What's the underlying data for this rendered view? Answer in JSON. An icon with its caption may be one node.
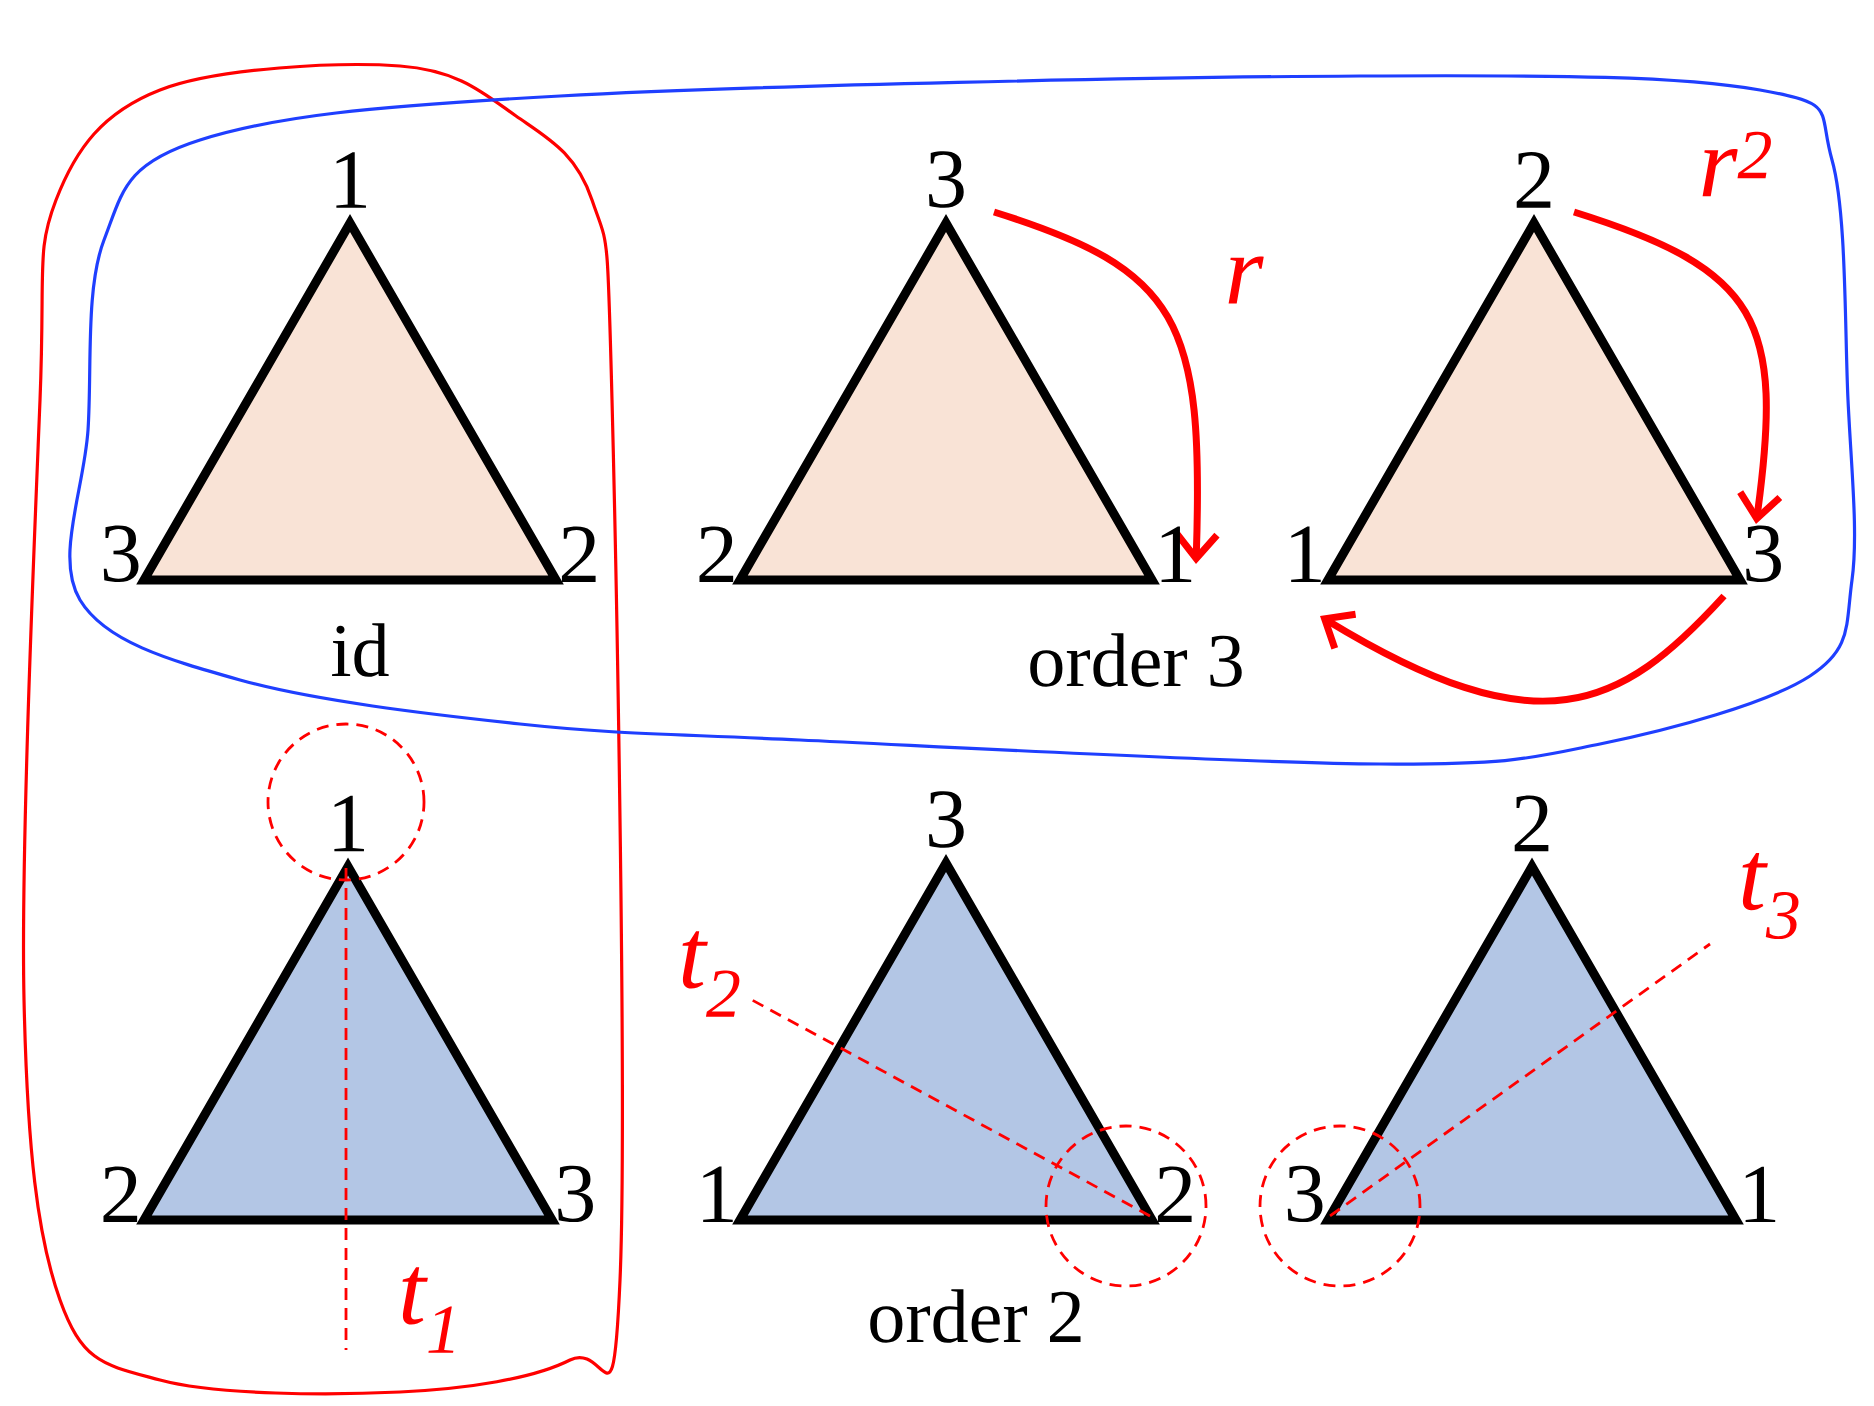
{
  "diagram": {
    "nodes": [
      {
        "text": [],
        "shape": "triangle",
        "beside": [
          "1",
          "3",
          "2"
        ]
      },
      {
        "text": [],
        "shape": "triangle",
        "beside": [
          "3",
          "2",
          "1"
        ]
      },
      {
        "text": [],
        "shape": "triangle",
        "beside": [
          "2",
          "1",
          "3"
        ]
      },
      {
        "text": [],
        "shape": "triangle",
        "beside": [
          "1",
          "2",
          "3"
        ]
      },
      {
        "text": [],
        "shape": "triangle",
        "beside": [
          "3",
          "1",
          "2"
        ]
      },
      {
        "text": [],
        "shape": "triangle",
        "beside": [
          "2",
          "3",
          "1"
        ]
      }
    ],
    "labels": [
      "r$^{2}$",
      "r",
      "id",
      "order 3",
      "t$_{3}$",
      "t$_{2}$",
      "t$_{1}$",
      "order 2"
    ]
  }
}
